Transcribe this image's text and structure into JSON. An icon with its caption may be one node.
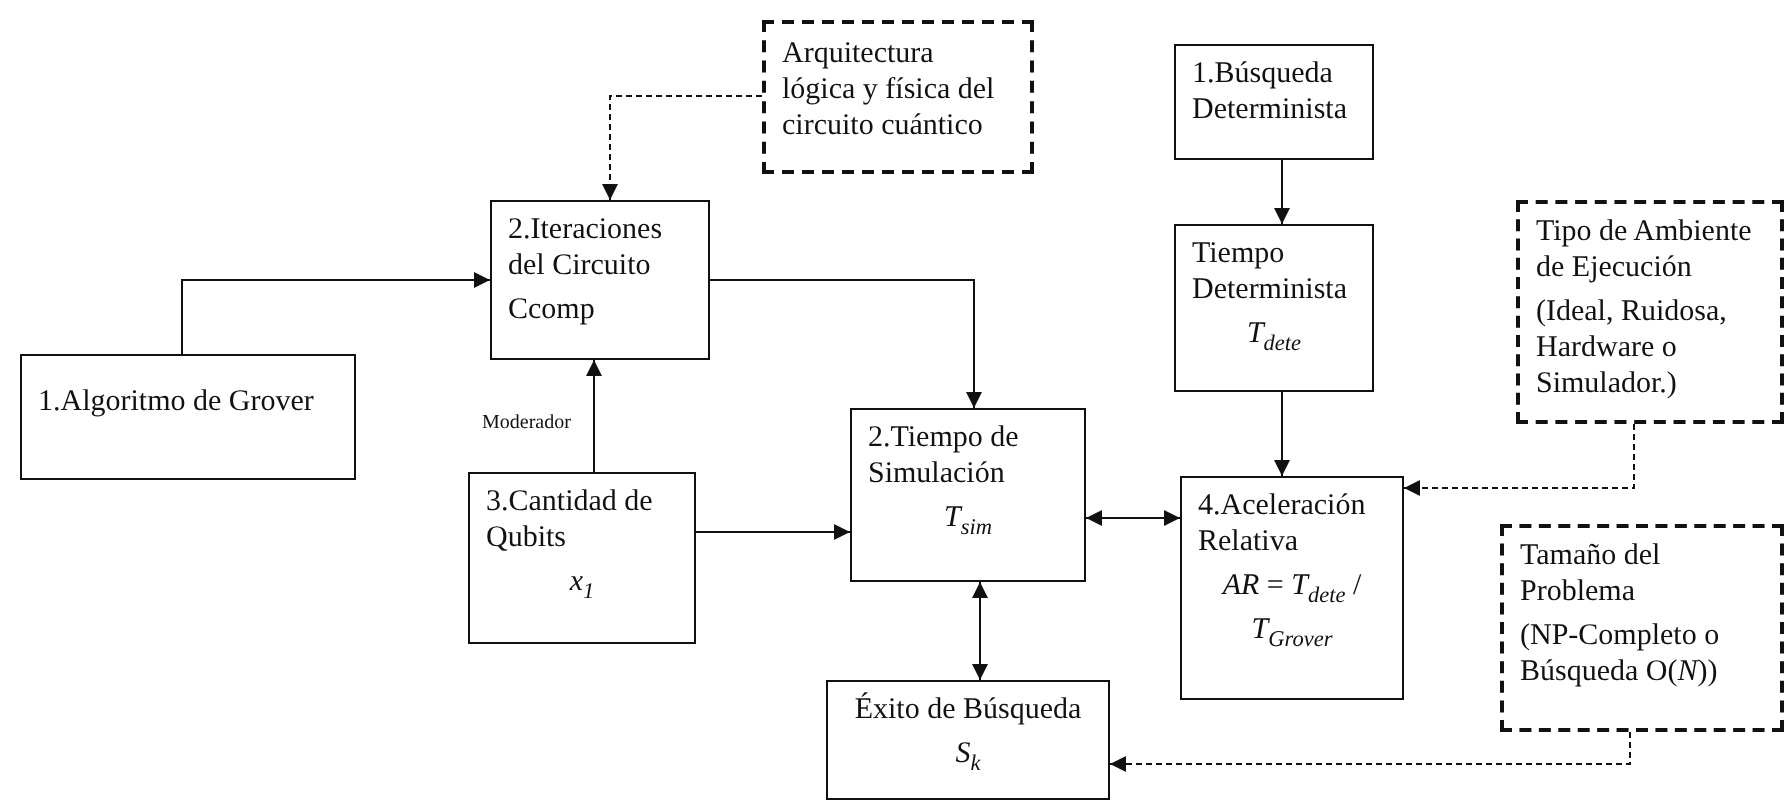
{
  "diagram": {
    "nodes": [
      {
        "text": [
          "Arquitectura lógica y física del circuito cuántico"
        ]
      },
      {
        "text": [
          "2.Iteraciones del Circuito",
          "Ccomp"
        ]
      },
      {
        "text": [
          "1.Búsqueda Determinista"
        ]
      },
      {
        "text": [
          "Tiempo Determinista",
          "*T*$_{dete}$"
        ]
      },
      {
        "text": [
          "Tipo de Ambiente de Ejecución",
          "(Ideal, Ruidosa, Hardware o Simulador.)"
        ]
      },
      {
        "text": [
          "1.Algoritmo de Grover"
        ]
      },
      {
        "text": [
          "3.Cantidad de Qubits",
          "*x*$_{1}$"
        ]
      },
      {
        "text": [
          "2.Tiempo de Simulación",
          "*T*$_{sim}$"
        ]
      },
      {
        "text": [
          "4.Aceleración Relativa",
          "*AR* = *T*$_{dete}$ / *T*$_{Grover}$"
        ]
      },
      {
        "text": [
          "Tamaño del Problema",
          "(NP-Completo o Búsqueda O(*N*))"
        ]
      },
      {
        "text": [
          "Éxito de Búsqueda",
          "*S*$_{k}$"
        ]
      }
    ],
    "edges": [
      {
        "from": 5,
        "to": 1,
        "arrow": "to"
      },
      {
        "from": 0,
        "to": 1,
        "arrow": "to",
        "style": "dashed"
      },
      {
        "from": 6,
        "to": 1,
        "arrow": "to",
        "label": "Moderador"
      },
      {
        "from": 1,
        "to": 7,
        "arrow": "to"
      },
      {
        "from": 6,
        "to": 7,
        "arrow": "to"
      },
      {
        "from": 7,
        "to": 8,
        "arrow": "both"
      },
      {
        "from": 7,
        "to": 10,
        "arrow": "both"
      },
      {
        "from": 2,
        "to": 3,
        "arrow": "to"
      },
      {
        "from": 3,
        "to": 8,
        "arrow": "to"
      },
      {
        "from": 4,
        "to": 8,
        "arrow": "to",
        "style": "dashed"
      },
      {
        "from": 9,
        "to": 10,
        "arrow": "to",
        "style": "dashed"
      }
    ]
  }
}
